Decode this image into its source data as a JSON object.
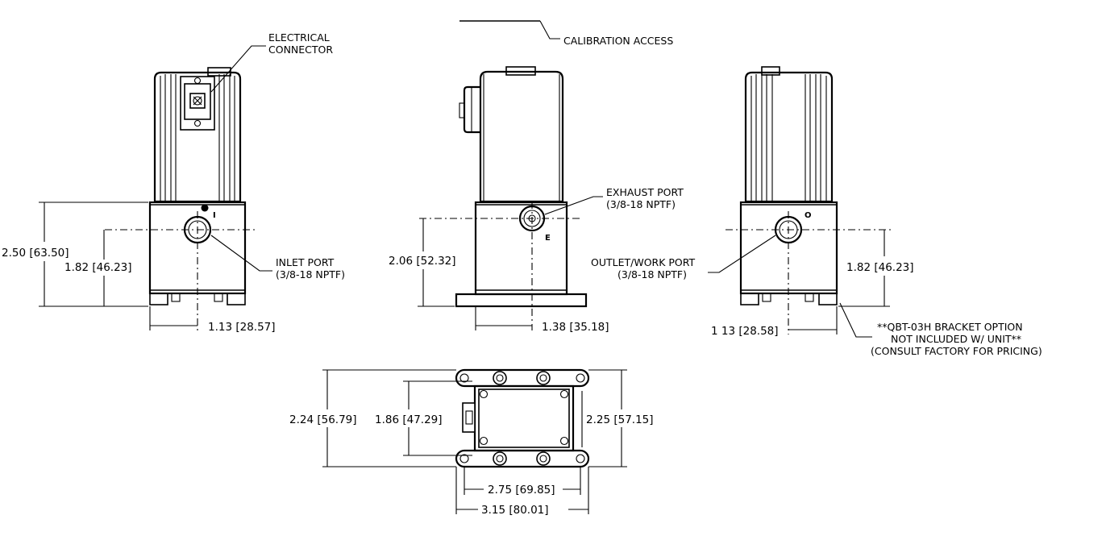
{
  "labels": {
    "electrical_connector": [
      "ELECTRICAL",
      "CONNECTOR"
    ],
    "calibration_access": "CALIBRATION ACCESS",
    "inlet_port": [
      "INLET PORT",
      "(3/8-18 NPTF)"
    ],
    "exhaust_port": [
      "EXHAUST PORT",
      "(3/8-18 NPTF)"
    ],
    "outlet_port": [
      "OUTLET/WORK PORT",
      "(3/8-18 NPTF)"
    ],
    "bracket_note": [
      "**QBT-03H BRACKET OPTION",
      "NOT INCLUDED W/ UNIT**",
      "(CONSULT FACTORY FOR PRICING)"
    ],
    "port_marks": {
      "inlet": "I",
      "exhaust": "E",
      "outlet": "O"
    }
  },
  "dimensions": {
    "front_height_total": "2.50 [63.50]",
    "front_port_height": "1.82 [46.23]",
    "front_port_offset": "1.13 [28.57]",
    "side_port_height": "2.06 [52.32]",
    "side_port_offset": "1.38 [35.18]",
    "rear_port_offset": "1 13 [28.58]",
    "rear_port_height": "1.82 [46.23]",
    "bottom_outer_height": "2.24 [56.79]",
    "bottom_inner_height": "1.86 [47.29]",
    "bottom_right_height": "2.25 [57.15]",
    "bottom_inner_width": "2.75 [69.85]",
    "bottom_outer_width": "3.15 [80.01]"
  }
}
